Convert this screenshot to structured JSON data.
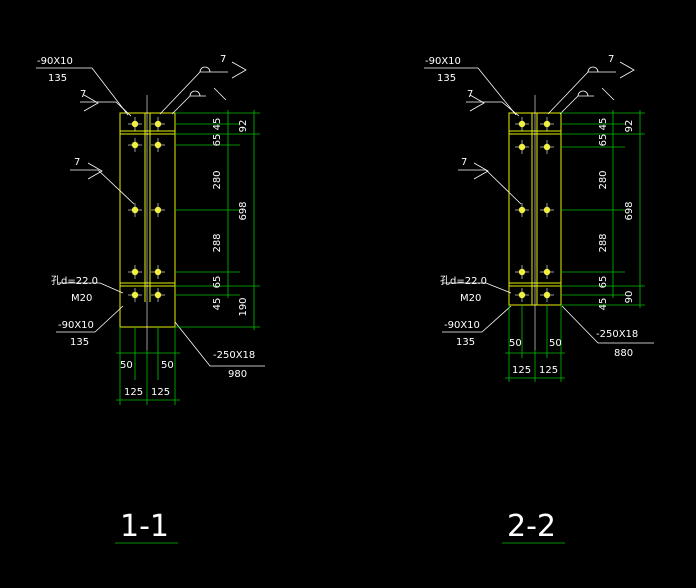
{
  "colors": {
    "background": "#000000",
    "plate_outline": "#e6f000",
    "dimension_lines": "#00c000",
    "leader_lines": "#ffffff",
    "bolt": "#f0f040",
    "text": "#ffffff"
  },
  "section_1": {
    "title": "1-1",
    "top_stiffener": {
      "thickness": "-90X10",
      "length": "135"
    },
    "bottom_stiffener": {
      "thickness": "-90X10",
      "length": "135"
    },
    "base_plate": {
      "size": "-250X18",
      "length": "980"
    },
    "hole": {
      "diameter": "孔d=22.0",
      "bolt": "M20"
    },
    "welds": [
      "7",
      "7",
      "7"
    ],
    "vertical_dims_inner": [
      "45",
      "65",
      "280",
      "288",
      "65",
      "45"
    ],
    "vertical_dims_outer": [
      "92",
      "698",
      "190"
    ],
    "horizontal_dims_top": [
      "50",
      "50"
    ],
    "horizontal_dims_bottom": [
      "125",
      "125"
    ]
  },
  "section_2": {
    "title": "2-2",
    "top_stiffener": {
      "thickness": "-90X10",
      "length": "135"
    },
    "bottom_stiffener": {
      "thickness": "-90X10",
      "length": "135"
    },
    "base_plate": {
      "size": "-250X18",
      "length": "880"
    },
    "hole": {
      "diameter": "孔d=22.0",
      "bolt": "M20"
    },
    "welds": [
      "7",
      "7",
      "7"
    ],
    "vertical_dims_inner": [
      "45",
      "65",
      "280",
      "288",
      "65",
      "45"
    ],
    "vertical_dims_outer": [
      "92",
      "698",
      "90"
    ],
    "horizontal_dims_top": [
      "50",
      "50"
    ],
    "horizontal_dims_bottom": [
      "125",
      "125"
    ]
  }
}
